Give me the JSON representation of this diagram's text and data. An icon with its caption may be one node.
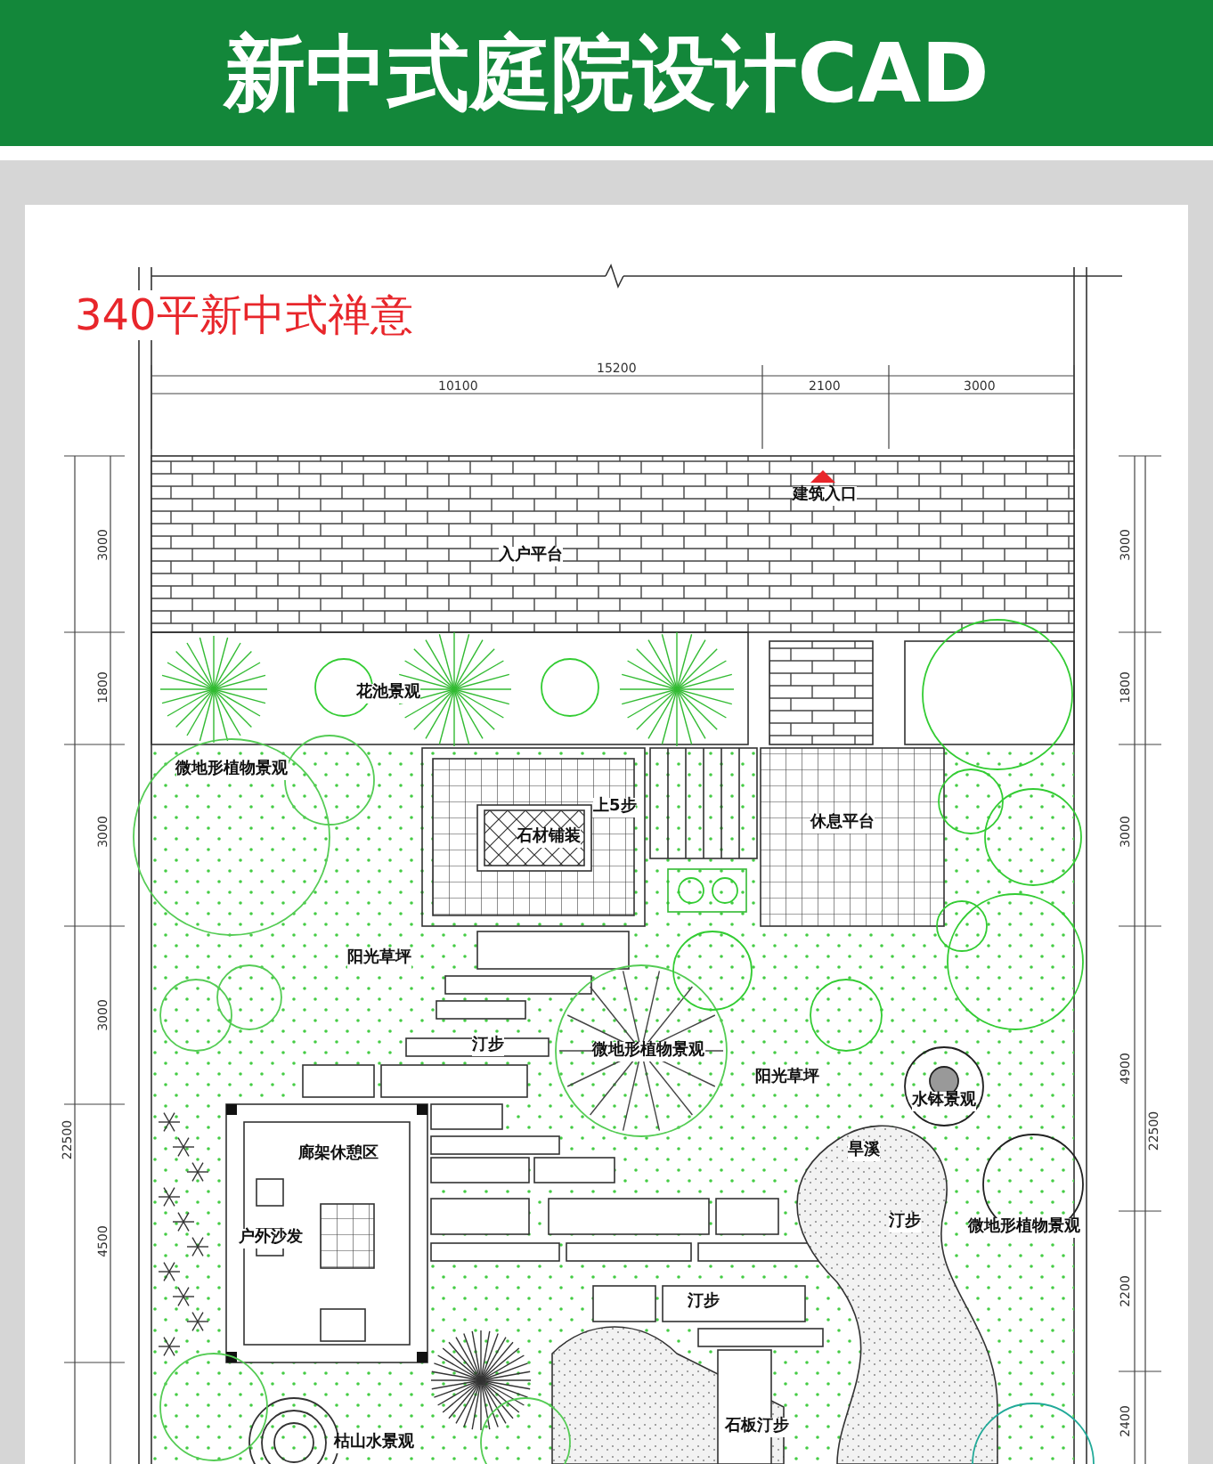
{
  "diagram": {
    "title": "新中式庭院设计CAD",
    "labels": [
      "340平新中式禅意",
      "15200",
      "10100",
      "2100",
      "3000",
      "建筑入口",
      "3000",
      "3000",
      "入户平台",
      "1800",
      "花池景观",
      "1800",
      "微地形植物景观",
      "上5步",
      "3000",
      "石材铺装",
      "休息平台",
      "3000",
      "阳光草坪",
      "3000",
      "汀步",
      "微地形植物景观",
      "阳光草坪",
      "4900",
      "水钵景观",
      "22500",
      "22500",
      "廊架休憩区",
      "旱溪",
      "户外沙发",
      "汀步",
      "微地形植物景观",
      "4500",
      "2200",
      "汀步",
      "2400",
      "石板汀步",
      "枯山水景观"
    ]
  }
}
